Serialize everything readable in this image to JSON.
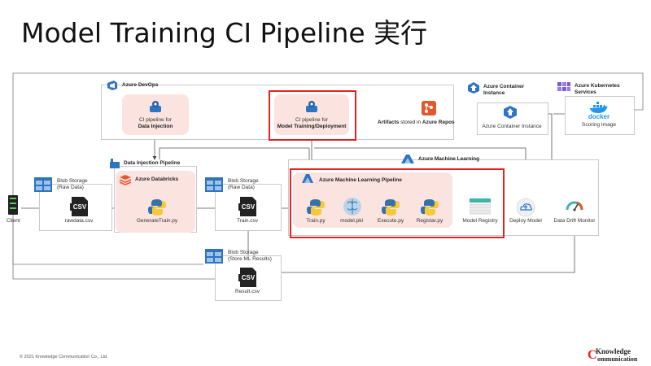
{
  "title": "Model Training CI Pipeline 実行",
  "nodes": {
    "azure_devops": "Azure DevOps",
    "ci_injection_line1": "CI pipeline for",
    "ci_injection_line2": "Data Injection",
    "ci_training_line1": "CI pipeline for",
    "ci_training_line2": "Model Training/Deployment",
    "artifacts_word": "Artifacts",
    "artifacts_mid": " stored in ",
    "artifacts_repo": "Azure Repos",
    "aci_title_line1": "Azure Container",
    "aci_title_line2": "Instance",
    "aci_label": "Azure Container Instance",
    "aks_title_line1": "Azure Kubernetes",
    "aks_title_line2": "Services",
    "docker_label": "docker",
    "scoring_image": "Scoring Image",
    "data_injection_pipeline": "Data Injection Pipeline",
    "azure_databricks": "Azure Databricks",
    "generate_train": "GenerateTrain.py",
    "blob1_line1": "Blob Storage",
    "blob1_line2": "(Raw Data)",
    "rawdata": "rawdata.csv",
    "blob2_line1": "Blob Storage",
    "blob2_line2": "(Raw Data)",
    "train_csv": "Train.csv",
    "blob3_line1": "Blob Storage",
    "blob3_line2": "(Store ML Results)",
    "result_csv": "Result.csv",
    "client": "Client",
    "azure_ml": "Azure Machine Learning",
    "aml_pipeline": "Azure Machine Learning Pipeline",
    "train_py": "Train.py",
    "model_pkl": "model.pkl",
    "execute_py": "Execute.py",
    "register_py": "Registar.py",
    "model_registry": "Model Registry",
    "deploy_model": "Deploy Model",
    "drift_monitor": "Data Drift Monitor",
    "csv_text": "CSV"
  },
  "footer": "© 2021 Knowledge Communication Co., Ltd.",
  "logo": {
    "k": "K",
    "knowledge": "nowledge",
    "communication": "ommunication",
    "c": "C"
  },
  "colors": {
    "pink": "#fbe3df",
    "red": "#e32222",
    "azure_blue": "#2f74c0",
    "python_blue": "#3772a6",
    "python_yellow": "#f5c93b"
  }
}
